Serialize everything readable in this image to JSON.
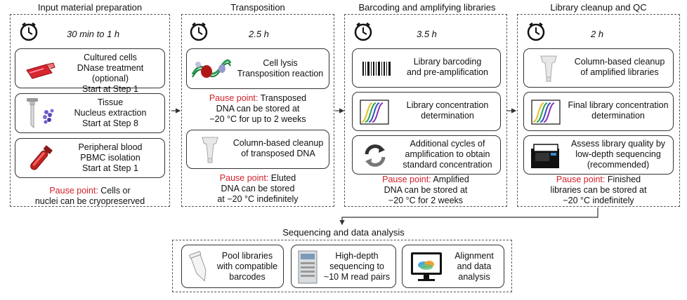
{
  "columns": [
    {
      "title": "Input material preparation",
      "duration": "30 min to 1 h"
    },
    {
      "title": "Transposition",
      "duration": "2.5 h"
    },
    {
      "title": "Barcoding and amplifying libraries",
      "duration": "3.5 h"
    },
    {
      "title": "Library cleanup and QC",
      "duration": "2 h"
    }
  ],
  "col1": {
    "cards": [
      {
        "lines": [
          "Cultured cells",
          "DNase treatment (optional)",
          "Start at Step 1"
        ],
        "icon": "flask-icon"
      },
      {
        "lines": [
          "Tissue",
          "Nucleus extraction",
          "Start at Step 8"
        ],
        "icon": "homogenizer-icon"
      },
      {
        "lines": [
          "Peripheral blood",
          "PBMC isolation",
          "Start at Step 1"
        ],
        "icon": "blood-tube-icon"
      }
    ],
    "pause_label": "Pause point:",
    "pause_text_1": " Cells or",
    "pause_text_2": "nuclei can be cryopreserved"
  },
  "col2": {
    "card1": [
      "Cell lysis",
      "Transposition reaction"
    ],
    "pause1_label": "Pause point:",
    "pause1_lines": [
      " Transposed",
      "DNA can be stored at",
      "−20 °C for up to 2 weeks"
    ],
    "card2": [
      "Column-based cleanup",
      "of transposed DNA"
    ],
    "pause2_label": "Pause point:",
    "pause2_lines": [
      " Eluted",
      "DNA can be stored",
      "at −20 °C indefinitely"
    ]
  },
  "col3": {
    "card1": [
      "Library barcoding",
      "and pre-amplification"
    ],
    "card2": [
      "Library concentration",
      "determination"
    ],
    "card3": [
      "Additional cycles of",
      "amplification to obtain",
      "standard concentration"
    ],
    "pause_label": "Pause point:",
    "pause_lines": [
      " Amplified",
      "DNA can be stored at",
      "−20 °C for 2 weeks"
    ]
  },
  "col4": {
    "card1": [
      "Column-based cleanup",
      "of amplified libraries"
    ],
    "card2": [
      "Final library concentration",
      "determination"
    ],
    "card3": [
      "Assess library quality by",
      "low-depth sequencing",
      "(recommended)"
    ],
    "pause_label": "Pause point:",
    "pause_lines": [
      " Finished",
      "libraries can be stored at",
      "−20 °C indefinitely"
    ]
  },
  "sequencing": {
    "title": "Sequencing and data analysis",
    "cards": [
      [
        "Pool libraries",
        "with compatible",
        "barcodes"
      ],
      [
        "High-depth",
        "sequencing to",
        "~10 M read pairs"
      ],
      [
        "Alignment",
        "and data",
        "analysis"
      ]
    ]
  },
  "colors": {
    "pause": "#d0202a",
    "flask": "#d8262e",
    "curves": [
      "#e0c020",
      "#2aa050",
      "#3050c0",
      "#9030b0"
    ]
  }
}
